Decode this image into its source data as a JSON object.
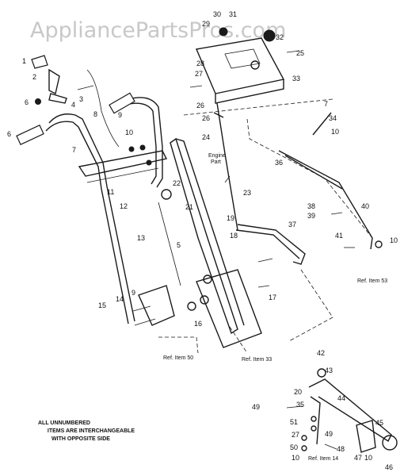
{
  "watermark": "AppliancePartsPros.com",
  "callouts": [
    "1",
    "2",
    "3",
    "4",
    "5",
    "6",
    "7",
    "8",
    "9",
    "10",
    "11",
    "12",
    "13",
    "14",
    "15",
    "16",
    "17",
    "18",
    "19",
    "20",
    "21",
    "22",
    "23",
    "24",
    "25",
    "26",
    "27",
    "28",
    "29",
    "30",
    "31",
    "32",
    "33",
    "34",
    "35",
    "36",
    "37",
    "38",
    "39",
    "40",
    "41",
    "42",
    "43",
    "44",
    "45",
    "46",
    "47",
    "48",
    "49",
    "50",
    "51"
  ],
  "references": {
    "ref_item_50": "Ref. Item 50",
    "ref_item_33": "Ref. Item 33",
    "ref_item_53": "Ref. Item 53",
    "ref_item_14": "Ref. Item 14",
    "engine_part_line1": "Engine",
    "engine_part_line2": "Part"
  },
  "note": {
    "line1": "ALL UNNUMBERED",
    "line2": "ITEMS ARE INTERCHANGEABLE",
    "line3": "WITH OPPOSITE SIDE"
  }
}
